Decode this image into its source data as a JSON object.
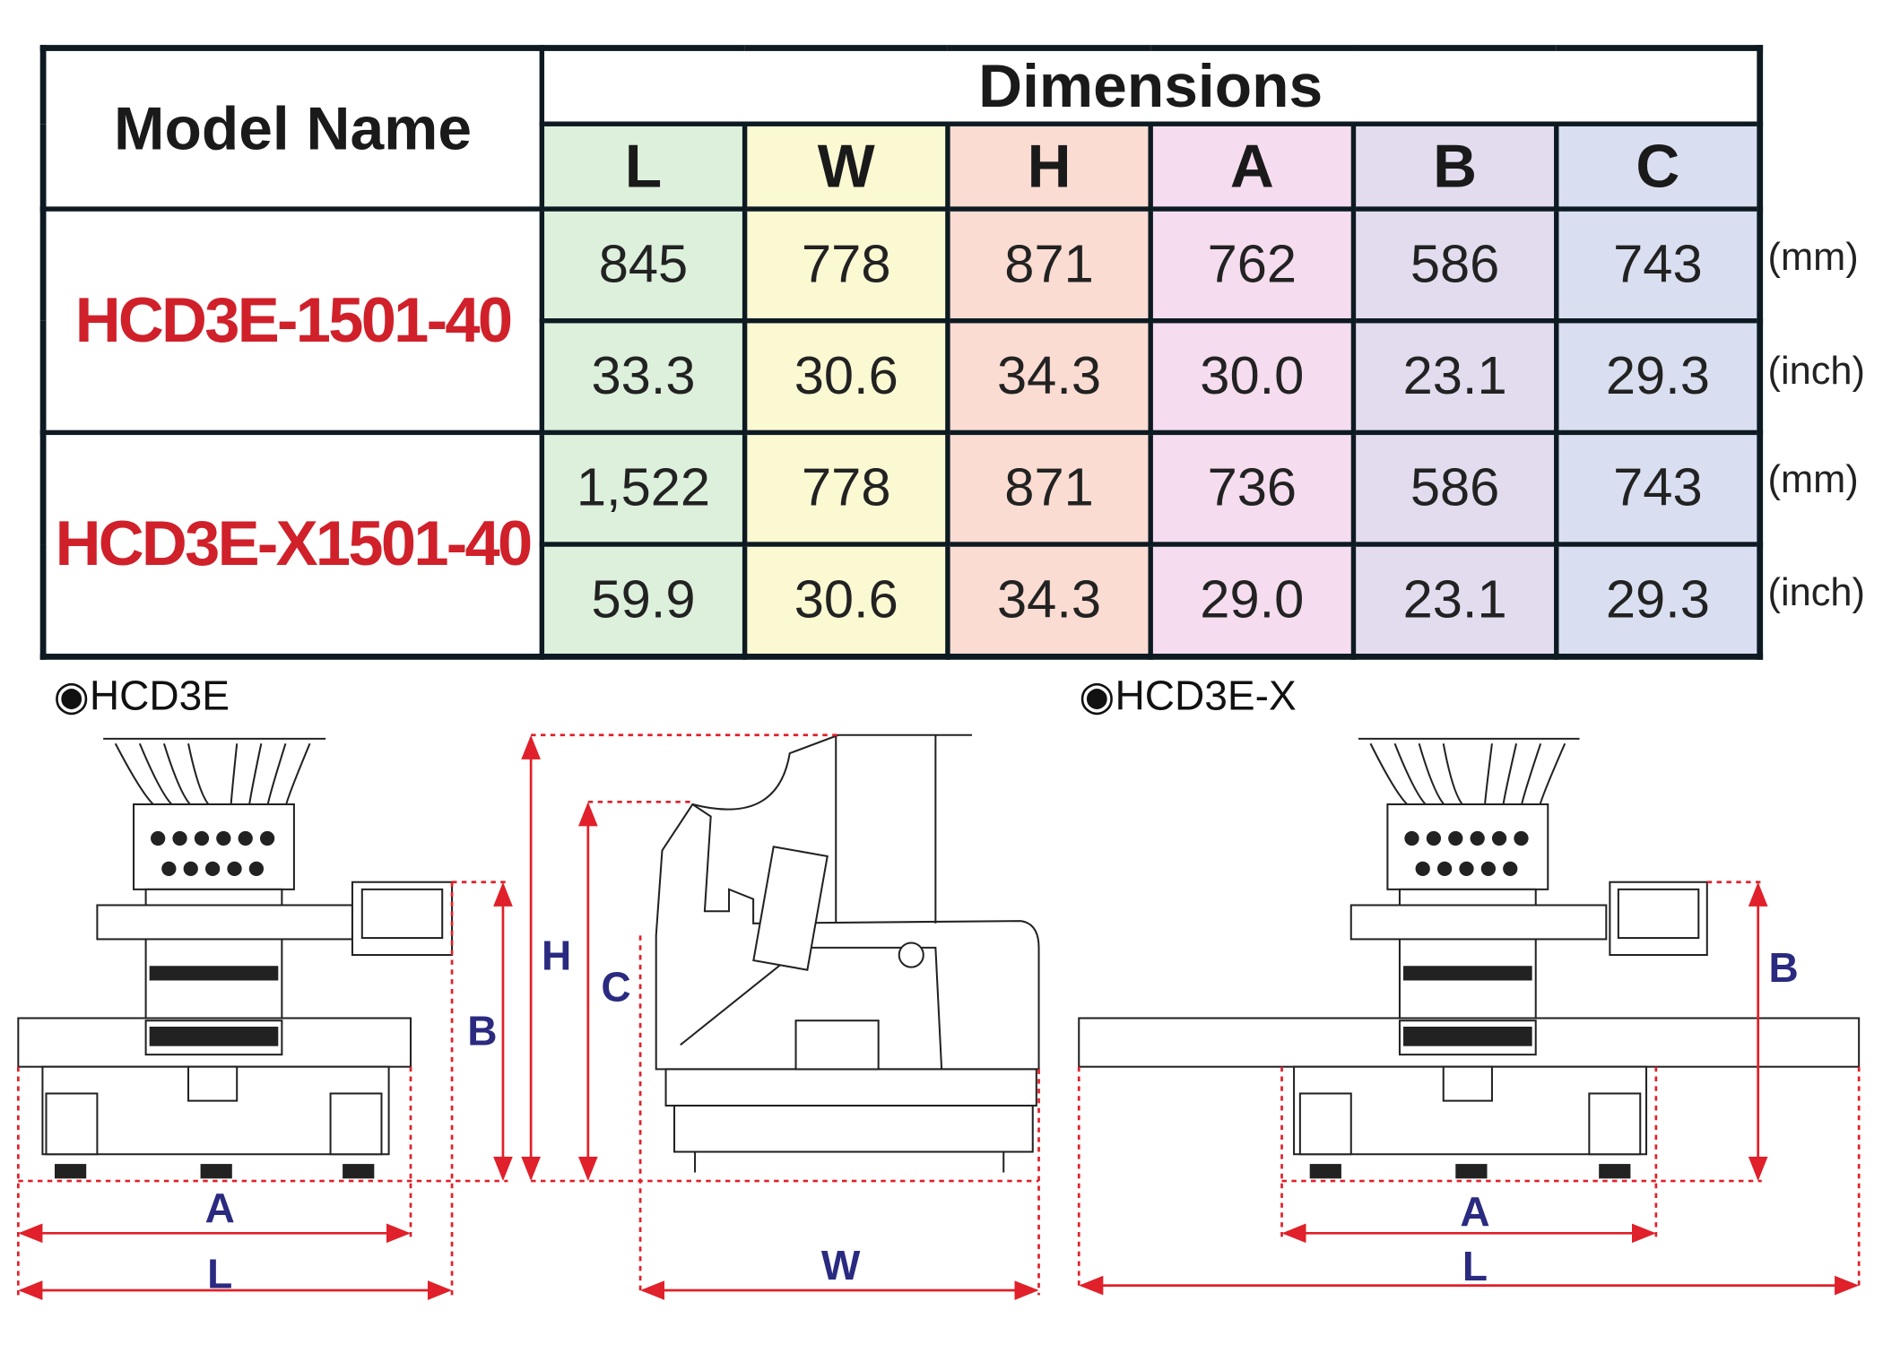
{
  "table": {
    "model_header": "Model Name",
    "dimensions_header": "Dimensions",
    "columns": [
      {
        "label": "L",
        "color": "#dcf0dc"
      },
      {
        "label": "W",
        "color": "#fbf9d2"
      },
      {
        "label": "H",
        "color": "#fadcd2"
      },
      {
        "label": "A",
        "color": "#f5dcee"
      },
      {
        "label": "B",
        "color": "#e2dcee"
      },
      {
        "label": "C",
        "color": "#d9dff0"
      }
    ],
    "models": [
      {
        "name": "HCD3E-1501-40",
        "mm": [
          "845",
          "778",
          "871",
          "762",
          "586",
          "743"
        ],
        "inch": [
          "33.3",
          "30.6",
          "34.3",
          "30.0",
          "23.1",
          "29.3"
        ]
      },
      {
        "name": "HCD3E-X1501-40",
        "mm": [
          "1,522",
          "778",
          "871",
          "736",
          "586",
          "743"
        ],
        "inch": [
          "59.9",
          "30.6",
          "34.3",
          "29.0",
          "23.1",
          "29.3"
        ]
      }
    ],
    "units": {
      "mm": "(mm)",
      "inch": "(inch)"
    }
  },
  "drawings": {
    "left_title": "◉HCD3E",
    "right_title": "◉HCD3E-X",
    "labels": {
      "L": "L",
      "W": "W",
      "H": "H",
      "A": "A",
      "B": "B",
      "C": "C"
    }
  },
  "colors": {
    "dimension_line": "#e0202a",
    "dimension_label": "#2a2a80",
    "model_name": "#d0202a"
  }
}
